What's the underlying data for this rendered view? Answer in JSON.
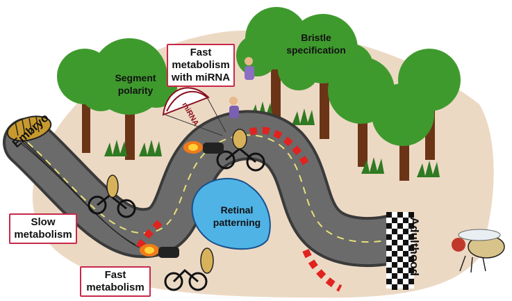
{
  "labels": {
    "embryo": "Embryo",
    "adulthood": "Adulthood",
    "segment_polarity": [
      "Segment",
      "polarity"
    ],
    "bristle_specification": [
      "Bristle",
      "specification"
    ],
    "retinal_patterning": [
      "Retinal",
      "patterning"
    ],
    "mirna_parachute": "miRNA"
  },
  "boxes": {
    "fast_mirna": [
      "Fast",
      "metabolism",
      "with miRNA"
    ],
    "slow": [
      "Slow",
      "metabolism"
    ],
    "fast": [
      "Fast",
      "metabolism"
    ]
  },
  "colors": {
    "road": "#6b6b6b",
    "road_edge": "#3a3a3a",
    "ground": "#ecd9c4",
    "tree_canopy": "#3f9a2e",
    "tree_trunk": "#6b3417",
    "grass": "#2f7a22",
    "pond": "#4fb3e6",
    "pond_edge": "#1a4f8a",
    "box_border": "#c8284a",
    "barrier_red": "#e0231f"
  },
  "icons": [
    "larva-icon",
    "fly-icon",
    "bicycle-icon",
    "parachute-icon",
    "rocket-flame-icon",
    "checkered-flag-icon",
    "tree-icon",
    "pond-icon"
  ]
}
